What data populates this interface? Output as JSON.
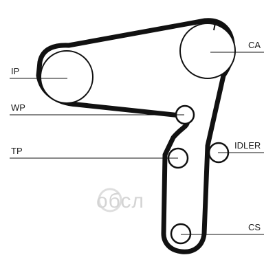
{
  "diagram": {
    "watermark": "oбсл",
    "labels": {
      "ip": "IP",
      "ca": "CA",
      "wp": "WP",
      "idler": "IDLER",
      "tp": "TP",
      "cs": "CS"
    }
  }
}
